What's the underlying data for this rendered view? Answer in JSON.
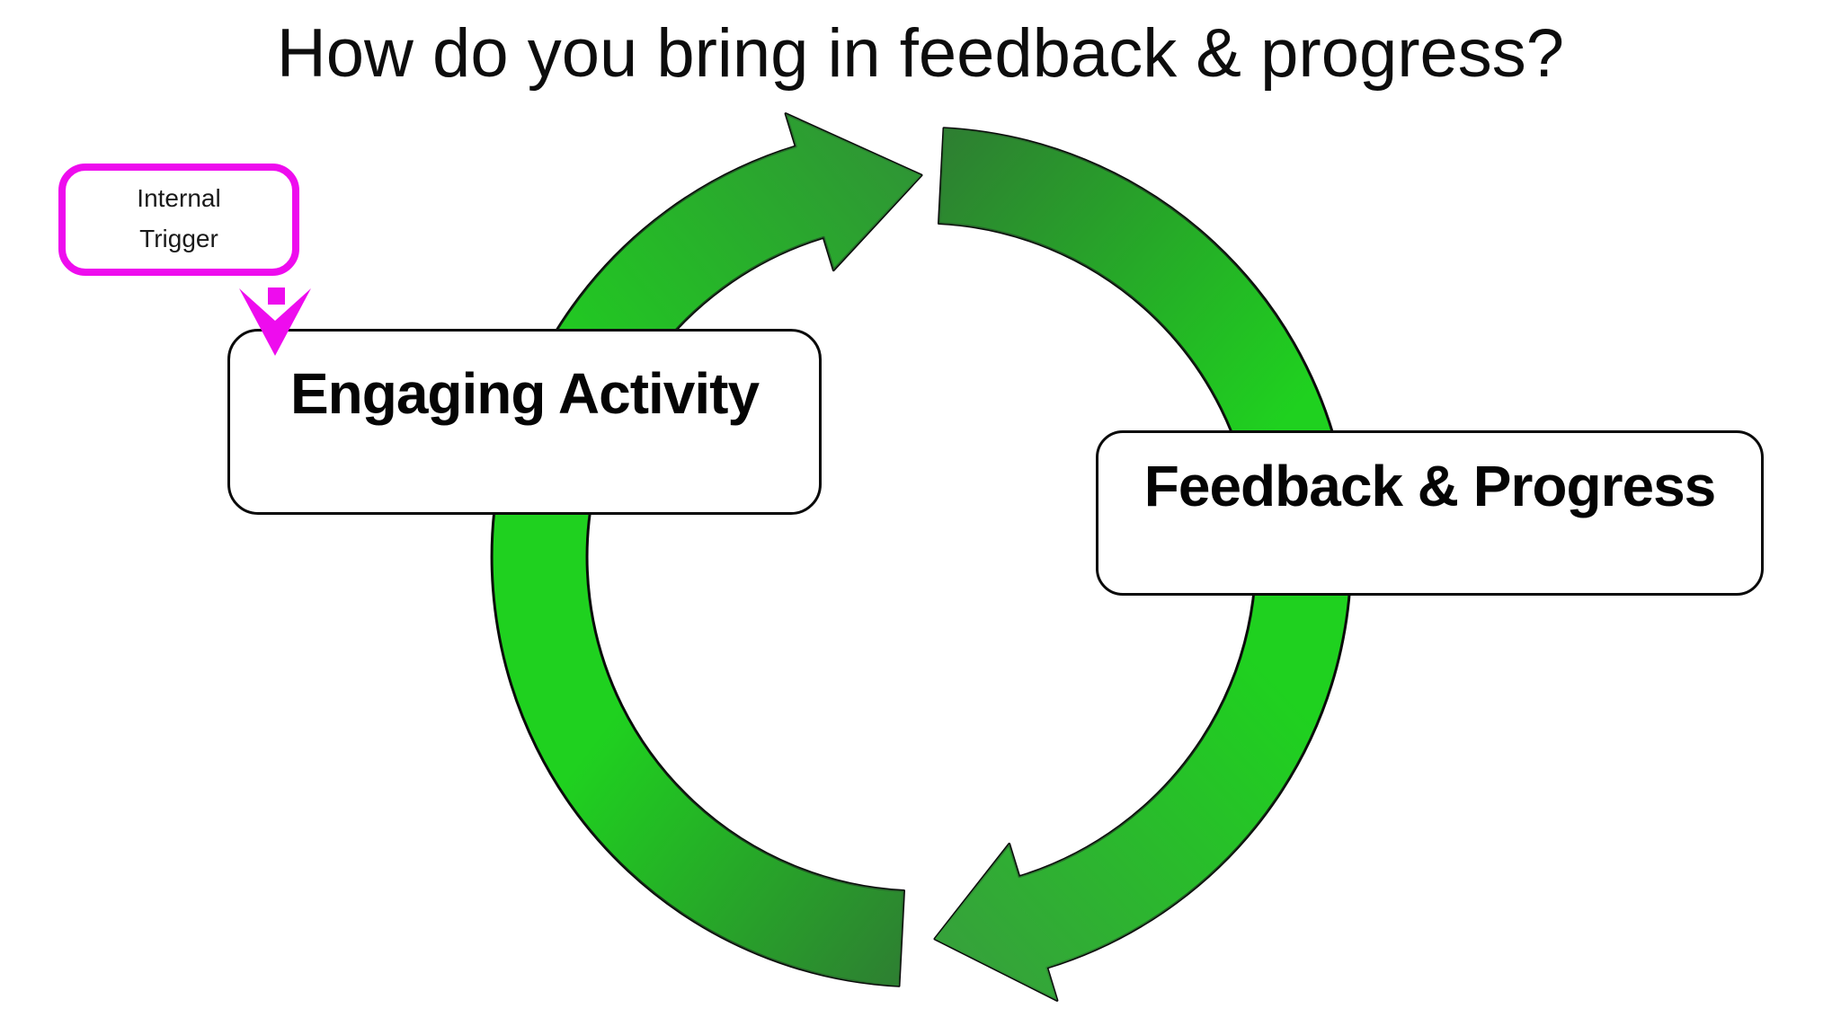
{
  "title": "How do you bring in feedback & progress?",
  "colors": {
    "green_bright": "#1fd11f",
    "green_dark": "#2e7d32",
    "green_head_top": "#309136",
    "green_head_bottom": "#36a13b",
    "magenta": "#ee0cee",
    "outline": "#0a0a0a",
    "text_primary": "#0d0d0d"
  },
  "trigger": {
    "line1": "Internal",
    "line2": "Trigger"
  },
  "nodes": {
    "activity": "Engaging Activity",
    "feedback": "Feedback & Progress"
  }
}
